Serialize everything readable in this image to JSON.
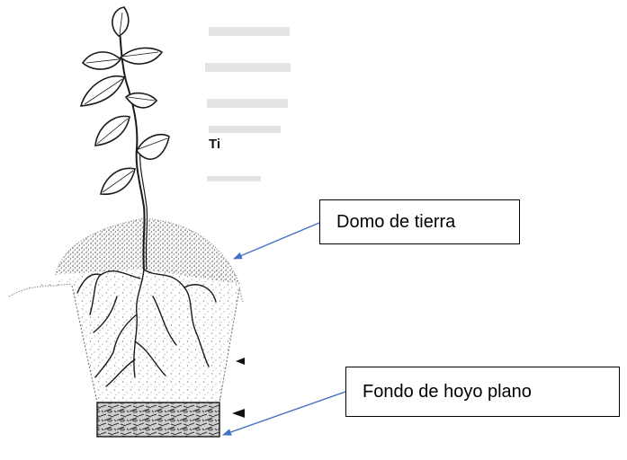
{
  "labels": {
    "dome": "Domo de tierra",
    "flat_bottom": "Fondo de hoyo plano",
    "fragment": "Ti"
  },
  "colors": {
    "arrow": "#4472c4",
    "line_art": "#1a1a1a",
    "soil_dots": "#8a8a8a"
  }
}
